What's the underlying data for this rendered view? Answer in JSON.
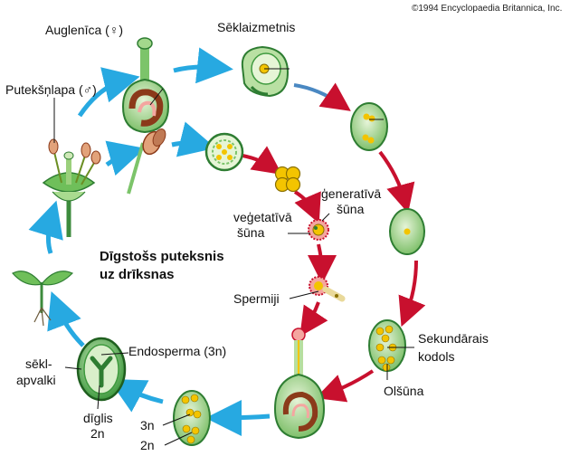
{
  "copyright": "©1994 Encyclopaedia Britannica, Inc.",
  "labels": {
    "auglenica": "Auglenīca (♀)",
    "seklaizmetnis": "Sēklaizmetnis",
    "puteksnlapa": "Putekšņlapa (♂)",
    "genetiva_line1": "ģeneratīvā",
    "genetiva_line2": "šūna",
    "vegetativa_line1": "veģetatīvā",
    "vegetativa_line2": "šūna",
    "digstoss_line1": "Dīgstošs puteksnis",
    "digstoss_line2": "uz drīksnas",
    "spermiji": "Spermiji",
    "sekundarais_line1": "Sekundārais",
    "sekundarais_line2": "kodols",
    "olsuna": "Olšūna",
    "endosperma": "Endosperma (3n)",
    "seklapvalki_line1": "sēkl-",
    "seklapvalki_line2": "apvalki",
    "diglis_line1": "dīglis",
    "diglis_line2": "2n",
    "n3": "3n",
    "n2": "2n"
  },
  "colors": {
    "blue_arrow": "#27a9e1",
    "red_arrow": "#c8102e",
    "green_dark": "#2e7d32",
    "green_mid": "#4caf50",
    "green_light": "#c5e6b0",
    "yellow": "#f3c400",
    "brown": "#8b3a1a",
    "pink": "#f4a6a0"
  }
}
